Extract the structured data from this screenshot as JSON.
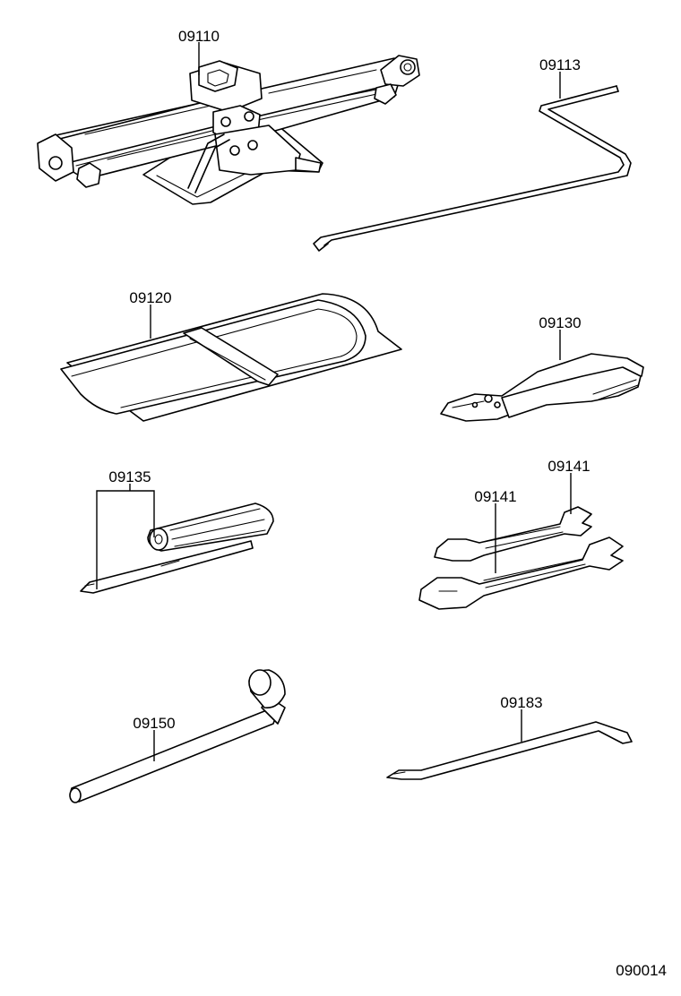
{
  "parts": {
    "jack": "09110",
    "jack_handle": "09113",
    "tool_bag": "09120",
    "pliers": "09130",
    "screwdriver": "09135",
    "wrench_small": "09141",
    "wrench_large": "09141",
    "wheel_wrench": "09150",
    "hook_bar": "09183"
  },
  "figure_code": "090014"
}
